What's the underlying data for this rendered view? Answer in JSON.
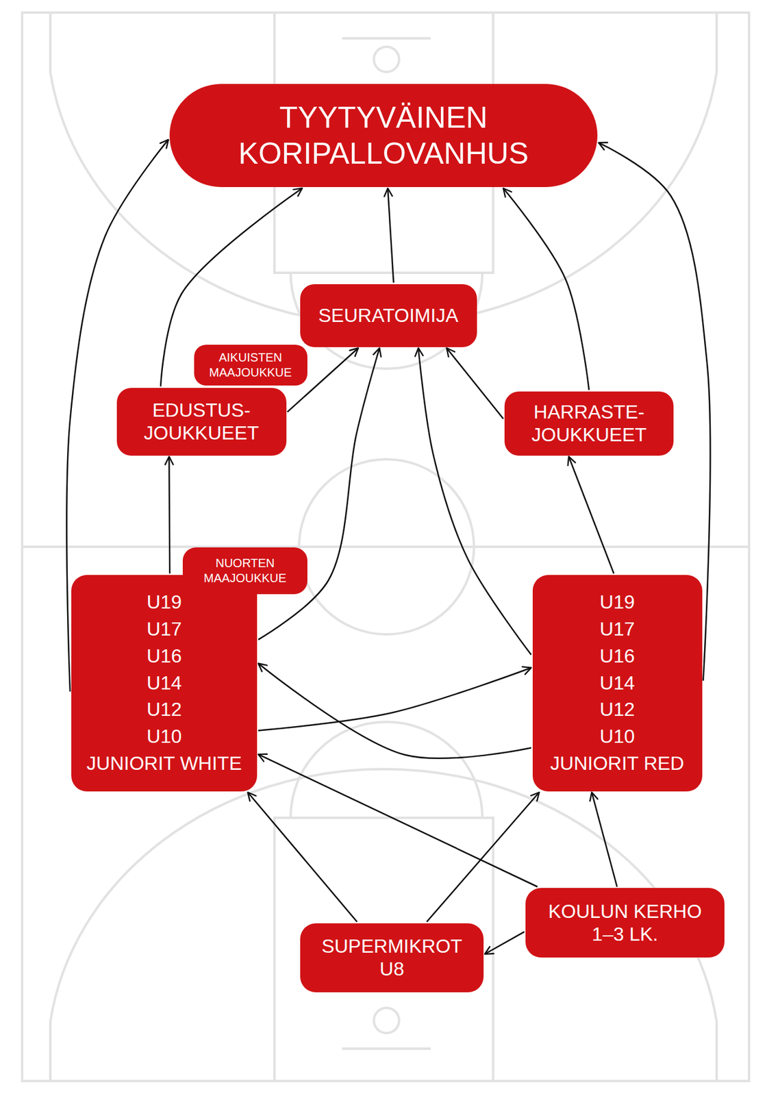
{
  "diagram": {
    "nodes": [
      {
        "text": [
          "TYYTYVÄINEN KORIPALLOVANHUS"
        ]
      },
      {
        "text": [
          "SEURATOIMIJA"
        ]
      },
      {
        "text": [
          "AIKUISTEN MAAJOUKKUE"
        ]
      },
      {
        "text": [
          "EDUSTUS- JOUKKUEET"
        ]
      },
      {
        "text": [
          "HARRASTE- JOUKKUEET"
        ]
      },
      {
        "text": [
          "NUORTEN MAAJOUKKUE"
        ]
      },
      {
        "text": [
          "U19",
          "U17",
          "U16",
          "U14",
          "U12",
          "U10",
          "JUNIORIT WHITE"
        ]
      },
      {
        "text": [
          "U19",
          "U17",
          "U16",
          "U14",
          "U12",
          "U10",
          "JUNIORIT RED"
        ]
      },
      {
        "text": [
          "KOULUN KERHO 1–3 LK."
        ]
      },
      {
        "text": [
          "SUPERMIKROT U8"
        ]
      }
    ],
    "edges": [
      {
        "from": 6,
        "to": 0,
        "arrow": "to"
      },
      {
        "from": 3,
        "to": 0,
        "arrow": "to"
      },
      {
        "from": 1,
        "to": 0,
        "arrow": "to"
      },
      {
        "from": 4,
        "to": 0,
        "arrow": "to"
      },
      {
        "from": 7,
        "to": 0,
        "arrow": "to"
      },
      {
        "from": 3,
        "to": 1,
        "arrow": "to"
      },
      {
        "from": 6,
        "to": 1,
        "arrow": "to"
      },
      {
        "from": 7,
        "to": 1,
        "arrow": "to"
      },
      {
        "from": 4,
        "to": 1,
        "arrow": "to"
      },
      {
        "from": 6,
        "to": 3,
        "arrow": "to"
      },
      {
        "from": 7,
        "to": 4,
        "arrow": "to"
      },
      {
        "from": 6,
        "to": 7,
        "arrow": "to"
      },
      {
        "from": 7,
        "to": 6,
        "arrow": "to"
      },
      {
        "from": 9,
        "to": 6,
        "arrow": "to"
      },
      {
        "from": 9,
        "to": 7,
        "arrow": "to"
      },
      {
        "from": 8,
        "to": 6,
        "arrow": "to"
      },
      {
        "from": 8,
        "to": 7,
        "arrow": "to"
      },
      {
        "from": 8,
        "to": 9,
        "arrow": "to"
      }
    ]
  }
}
